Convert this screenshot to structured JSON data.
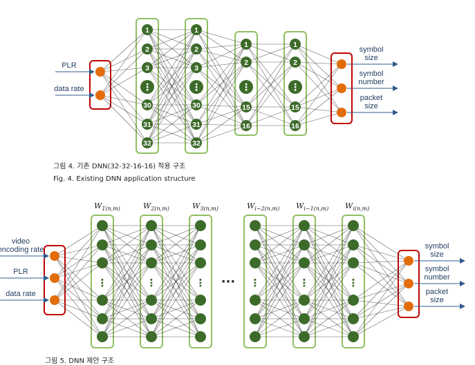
{
  "fig4": {
    "inputs": [
      "PLR",
      "data rate"
    ],
    "outputs": [
      "symbol\nsize",
      "symbol\nnumber",
      "packet\nsize"
    ],
    "layers": [
      {
        "labels": [
          "1",
          "2",
          "3",
          "⋮",
          "30",
          "31",
          "32"
        ]
      },
      {
        "labels": [
          "1",
          "2",
          "3",
          "⋮",
          "30",
          "31",
          "32"
        ]
      },
      {
        "labels": [
          "1",
          "2",
          "⋮",
          "15",
          "16"
        ]
      },
      {
        "labels": [
          "1",
          "2",
          "⋮",
          "15",
          "16"
        ]
      }
    ],
    "caption_ko": "그림 4. 기존 DNN(32-32-16-16) 적용 구조",
    "caption_en": "Fig. 4. Existing DNN application structure"
  },
  "fig5": {
    "inputs": [
      "video\nencoding rate",
      "PLR",
      "data rate"
    ],
    "outputs": [
      "symbol\nsize",
      "symbol\nnumber",
      "packet\nsize"
    ],
    "weights": [
      {
        "base": "W",
        "sub": "1(n,m)"
      },
      {
        "base": "W",
        "sub": "2(n,m)"
      },
      {
        "base": "W",
        "sub": "3(n,m)"
      },
      {
        "base": "W",
        "sub": "i−2(n,m)"
      },
      {
        "base": "W",
        "sub": "i−1(n,m)"
      },
      {
        "base": "W",
        "sub": "i(n,m)"
      }
    ],
    "ellipsis": "···",
    "caption_ko": "그림 5. DNN 제안 구조"
  },
  "colors": {
    "layer_box": "#8fbf60",
    "io_box": "#c00000",
    "hidden_node": "#3d6b2a",
    "io_node": "#e36c0a",
    "arrow": "#2e5b8c",
    "edge": "#404040"
  }
}
